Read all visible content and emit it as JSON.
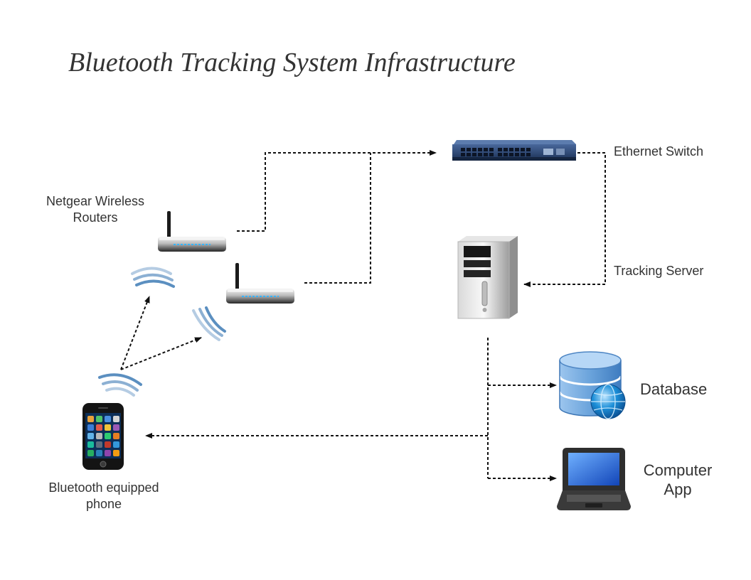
{
  "title": "Bluetooth Tracking System Infrastructure",
  "labels": {
    "routers_line1": "Netgear Wireless",
    "routers_line2": "Routers",
    "switch": "Ethernet Switch",
    "server": "Tracking Server",
    "database": "Database",
    "computer_line1": "Computer",
    "computer_line2": "App",
    "phone_line1": "Bluetooth equipped",
    "phone_line2": "phone"
  },
  "nodes": [
    {
      "id": "router-1",
      "icon": "wireless-router-icon"
    },
    {
      "id": "router-2",
      "icon": "wireless-router-icon"
    },
    {
      "id": "ethernet-switch",
      "icon": "network-switch-icon"
    },
    {
      "id": "tracking-server",
      "icon": "server-tower-icon"
    },
    {
      "id": "database",
      "icon": "database-globe-icon"
    },
    {
      "id": "computer-app",
      "icon": "laptop-icon"
    },
    {
      "id": "phone",
      "icon": "smartphone-icon"
    }
  ],
  "connections": [
    {
      "from": "router-1",
      "to": "ethernet-switch",
      "style": "dotted",
      "arrow": "end"
    },
    {
      "from": "router-2",
      "to": "ethernet-switch",
      "style": "dotted",
      "arrow": "end"
    },
    {
      "from": "ethernet-switch",
      "to": "tracking-server",
      "style": "dotted",
      "arrow": "end"
    },
    {
      "from": "tracking-server",
      "to": "database",
      "style": "dotted",
      "arrow": "end"
    },
    {
      "from": "tracking-server",
      "to": "computer-app",
      "style": "dotted",
      "arrow": "end"
    },
    {
      "from": "tracking-server",
      "to": "phone",
      "style": "dotted",
      "arrow": "end"
    },
    {
      "from": "phone",
      "to": "router-1",
      "style": "dotted",
      "arrow": "end"
    },
    {
      "from": "phone",
      "to": "router-2",
      "style": "dotted",
      "arrow": "end"
    }
  ],
  "colors": {
    "text": "#333333",
    "connector": "#111111",
    "signal_wave": "#5b8fc0",
    "switch_body": "#2e4a78",
    "database_blue": "#6ea6dc",
    "screen_blue": "#2f73e0"
  }
}
